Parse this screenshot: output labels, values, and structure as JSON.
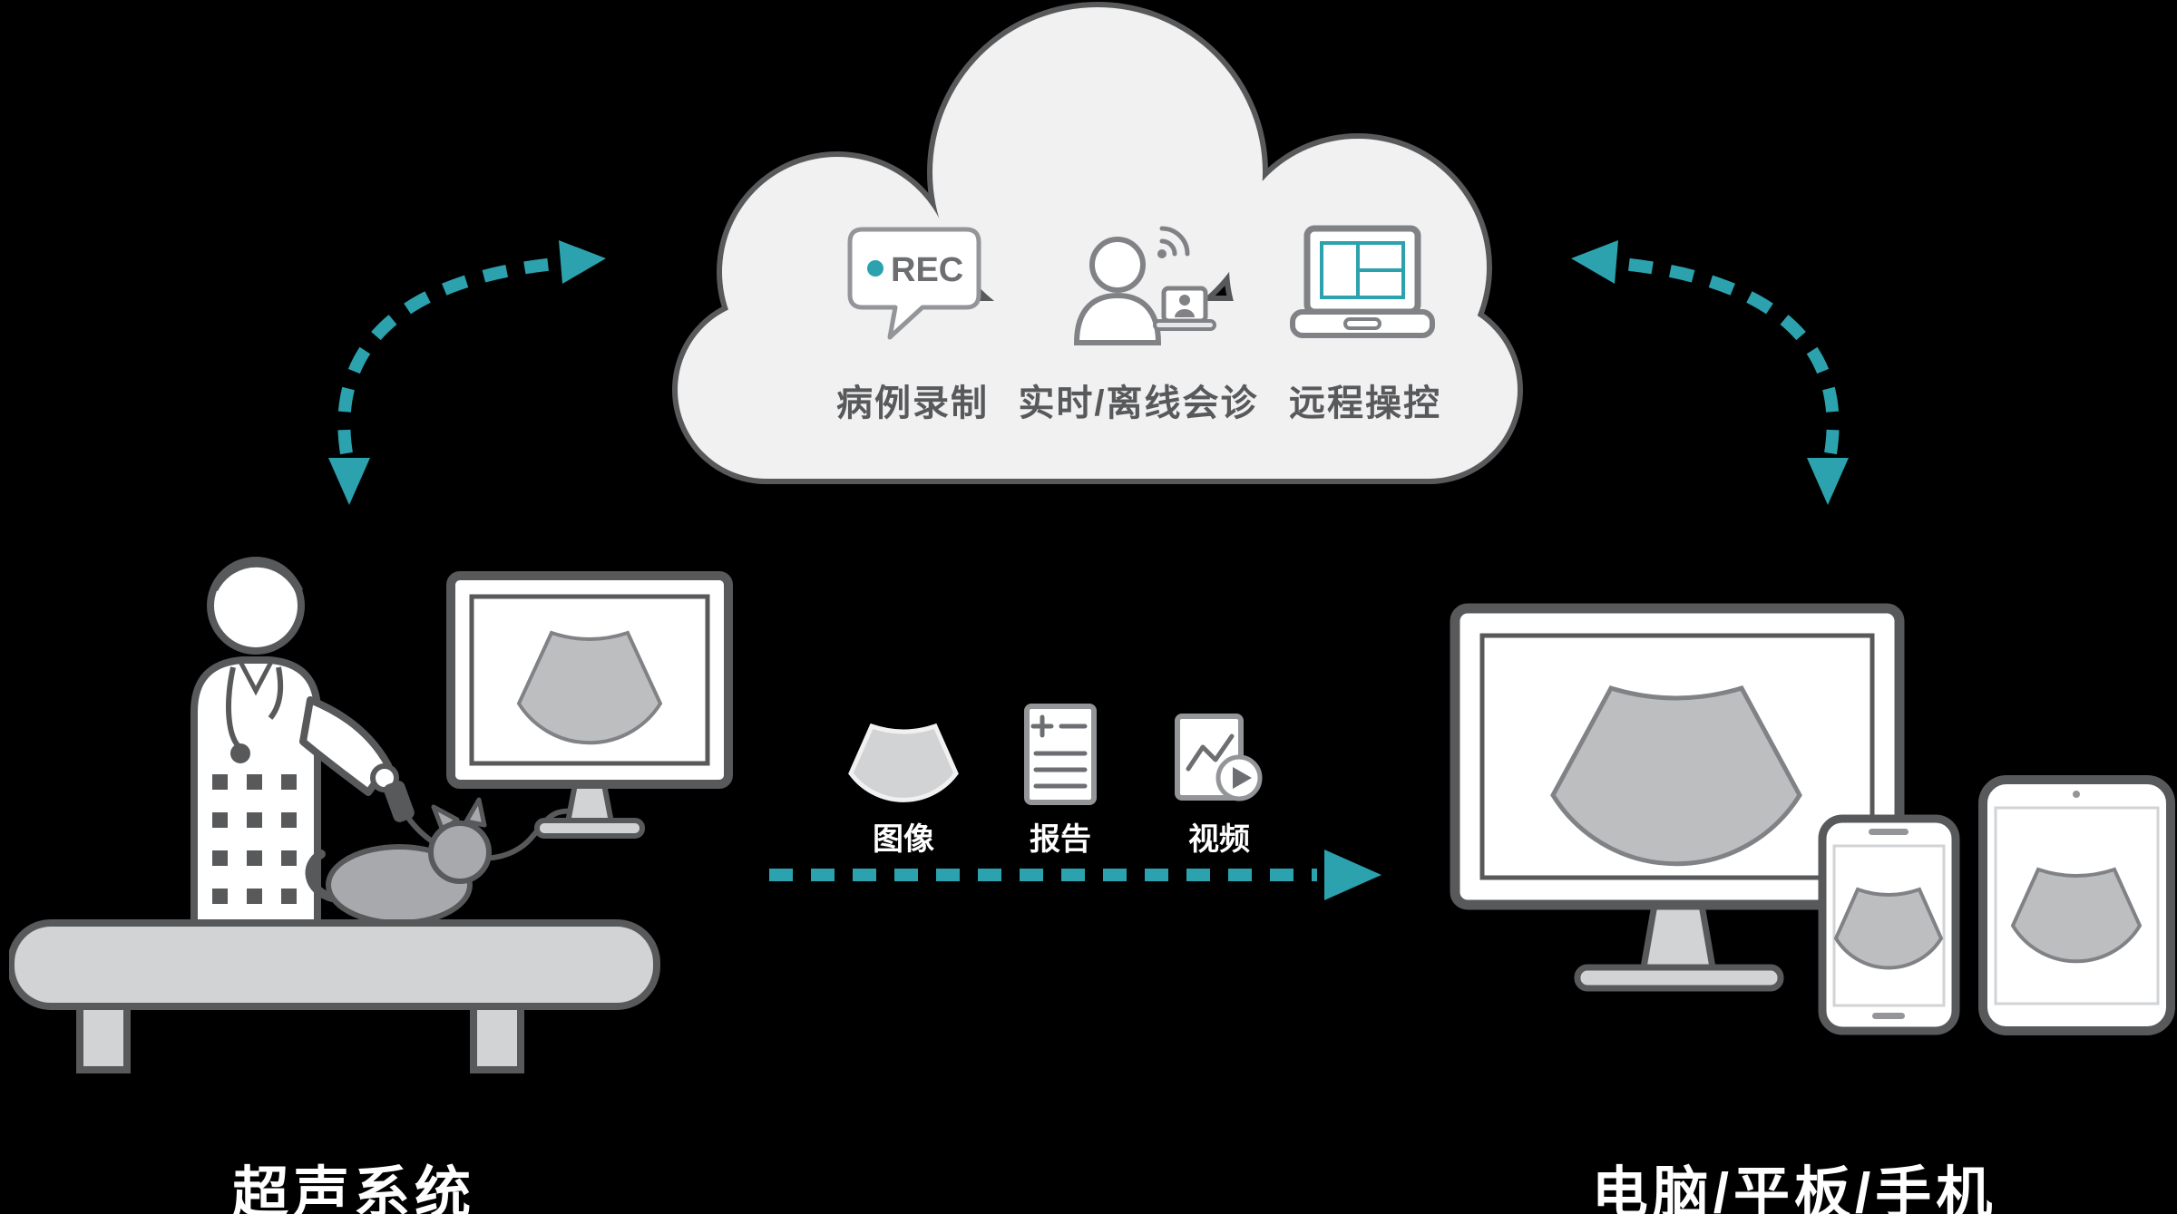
{
  "colors": {
    "background": "#000000",
    "teal_accent": "#2ba2ae",
    "outline_dark_gray": "#58595b",
    "icon_gray": "#808285",
    "fan_fill": "#bcbec0",
    "cloud_fill": "#f1f1f2",
    "table_fill": "#d1d3d4",
    "label_white": "#ffffff"
  },
  "cloud": {
    "rec_label": "REC",
    "items": [
      {
        "icon": "rec-bubble-icon",
        "label": "病例录制"
      },
      {
        "icon": "consultation-icon",
        "label": "实时/离线会诊"
      },
      {
        "icon": "remote-control-icon",
        "label": "远程操控"
      }
    ]
  },
  "transfer": {
    "items": [
      {
        "icon": "ultrasound-image-icon",
        "label": "图像"
      },
      {
        "icon": "report-icon",
        "label": "报告"
      },
      {
        "icon": "video-icon",
        "label": "视频"
      }
    ]
  },
  "captions": {
    "left": "超声系统",
    "right": "电脑/平板/手机"
  }
}
